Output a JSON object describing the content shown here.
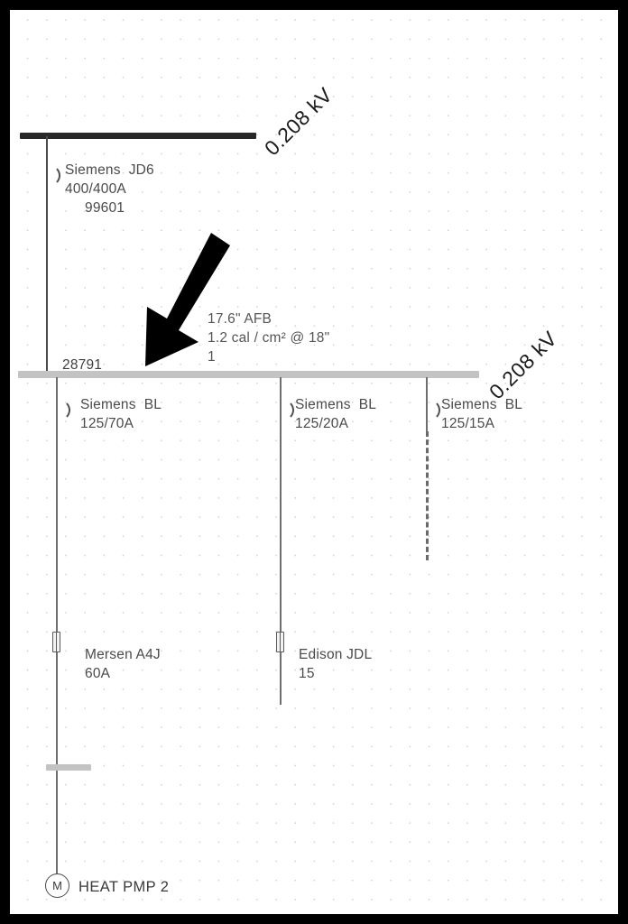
{
  "diagram": {
    "title": "electrical-one-line-diagram",
    "voltage_labels": [
      {
        "text": "0.208 kV"
      },
      {
        "text": "0.208 kV"
      }
    ],
    "top_bus": {
      "name": "top-bus"
    },
    "main_breaker": {
      "manufacturer_model": "Siemens  JD6",
      "rating": "400/400A",
      "tag": "99601"
    },
    "arc_flash": {
      "boundary": "17.6\" AFB",
      "incident_energy": "1.2 cal / cm² @ 18\"",
      "ppe_category": "1"
    },
    "main_bus": {
      "id": "28791"
    },
    "branches": [
      {
        "breaker_model": "Siemens  BL",
        "breaker_rating": "125/70A",
        "device_model": "Mersen A4J",
        "device_rating": "60A",
        "load_name": "HEAT PMP 2",
        "load_symbol": "M"
      },
      {
        "breaker_model": "Siemens  BL",
        "breaker_rating": "125/20A",
        "device_model": "Edison JDL",
        "device_rating": "15"
      },
      {
        "breaker_model": "Siemens  BL",
        "breaker_rating": "125/15A"
      }
    ],
    "colors": {
      "frame": "#000000",
      "top_bus": "#272727",
      "main_bus": "#c3c3c3",
      "conductor": "#6e6e6e",
      "text": "#4d4d4d",
      "arrow": "#000000"
    }
  }
}
